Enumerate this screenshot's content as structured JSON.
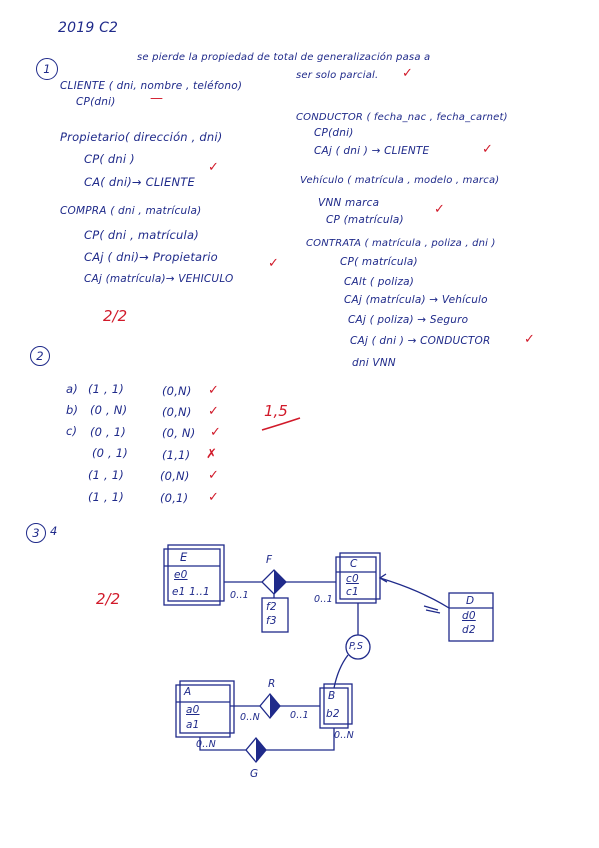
{
  "header": {
    "title": "2019  C2"
  },
  "section1": {
    "number": "1",
    "note_line1": "se pierde la propiedad de total de generalización pasa a",
    "note_line2": "ser solo parcial.",
    "left": [
      "CLIENTE ( dni, nombre , teléfono)",
      "CP(dni)",
      "Propietario( dirección , dni)",
      "CP( dni )",
      "CA( dni)→ CLIENTE",
      "COMPRA ( dni , matrícula)",
      "CP( dni , matrícula)",
      "CAj ( dni)→ Propietario",
      "CAj (matrícula)→ VEHICULO"
    ],
    "right": [
      "CONDUCTOR ( fecha_nac , fecha_carnet)",
      "CP(dni)",
      "CAj ( dni ) → CLIENTE",
      "Vehículo ( matrícula , modelo , marca)",
      "VNN marca",
      "CP (matrícula)",
      "CONTRATA ( matrícula , poliza , dni )",
      "CP( matrícula)",
      "CAlt ( poliza)",
      "CAj (matrícula) → Vehículo",
      "CAj ( poliza) → Seguro",
      "CAj ( dni ) → CONDUCTOR",
      "dni VNN"
    ],
    "score": "2/2"
  },
  "section2": {
    "number": "2",
    "rows": [
      {
        "label": "a)",
        "left": "(1 , 1)",
        "right": "(0,N)",
        "mark": "✓"
      },
      {
        "label": "b)",
        "left": "(0 , N)",
        "right": "(0,N)",
        "mark": "✓"
      },
      {
        "label": "c)",
        "left": "(0 , 1)",
        "right": "(0, N)",
        "mark": "✓"
      },
      {
        "label": "",
        "left": "(0 , 1)",
        "right": "(1,1)",
        "mark": "✗"
      },
      {
        "label": "",
        "left": "(1 , 1)",
        "right": "(0,N)",
        "mark": "✓"
      },
      {
        "label": "",
        "left": "(1 , 1)",
        "right": "(0,1)",
        "mark": "✓"
      }
    ],
    "score": "1,5"
  },
  "section3": {
    "number": "3",
    "extra": "4",
    "score": "2/2",
    "diagram": {
      "E": {
        "name": "E",
        "attrs": [
          "e0",
          "e1  1..1"
        ]
      },
      "C": {
        "name": "C",
        "attrs": [
          "c0",
          "c1"
        ]
      },
      "D": {
        "name": "D",
        "attrs": [
          "d0",
          "d2"
        ]
      },
      "A": {
        "name": "A",
        "attrs": [
          "a0",
          "a1"
        ]
      },
      "B": {
        "name": "B",
        "attrs": [
          "b2"
        ]
      },
      "F": {
        "name": "F",
        "attrs": [
          "f2",
          "f3"
        ]
      },
      "R": "R",
      "G": "G",
      "gen": "P,S",
      "card": {
        "ef": "0..1",
        "fc": "0..1",
        "ar": "0..N",
        "rb": "0..1",
        "ag": "0..N",
        "bg": "0..N"
      }
    }
  },
  "colors": {
    "ink": "#1f2a8a",
    "correction": "#d11a2a"
  }
}
